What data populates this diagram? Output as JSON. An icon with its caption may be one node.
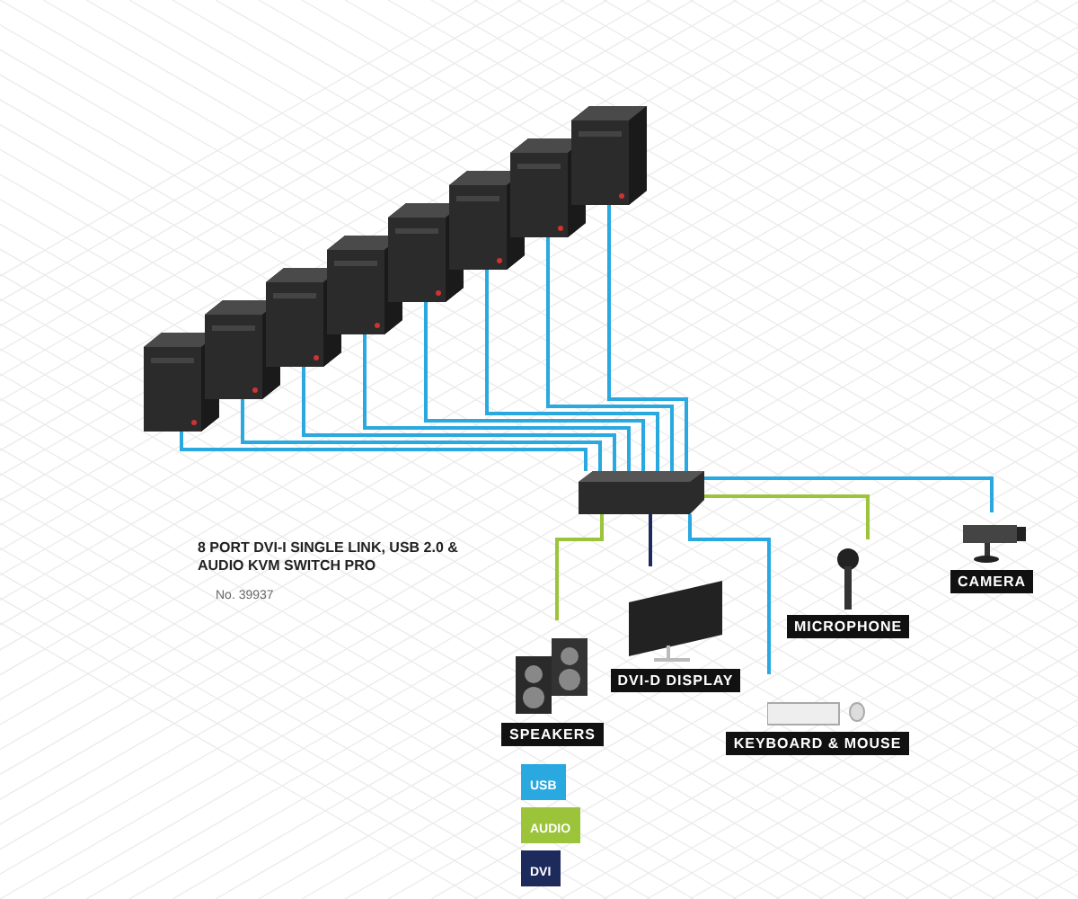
{
  "diagram": {
    "nodes": [
      {
        "text": [],
        "shape": "picture"
      },
      {
        "text": [],
        "shape": "picture"
      },
      {
        "text": [],
        "shape": "picture"
      },
      {
        "text": [],
        "shape": "picture"
      },
      {
        "text": [],
        "shape": "picture"
      },
      {
        "text": [],
        "shape": "picture"
      },
      {
        "text": [],
        "shape": "picture"
      },
      {
        "text": [],
        "shape": "picture"
      },
      {
        "text": [],
        "shape": "box"
      },
      {
        "text": [
          "SPEAKERS"
        ]
      },
      {
        "text": [
          "DVI-D DISPLAY"
        ]
      },
      {
        "text": [
          "KEYBOARD & MOUSE"
        ]
      },
      {
        "text": [
          "MICROPHONE"
        ]
      },
      {
        "text": [
          "CAMERA"
        ]
      }
    ],
    "edges": [
      {
        "from": 0,
        "to": 8,
        "arrow": "none"
      },
      {
        "from": 1,
        "to": 8,
        "arrow": "none"
      },
      {
        "from": 2,
        "to": 8,
        "arrow": "none"
      },
      {
        "from": 3,
        "to": 8,
        "arrow": "none"
      },
      {
        "from": 4,
        "to": 8,
        "arrow": "none"
      },
      {
        "from": 5,
        "to": 8,
        "arrow": "none"
      },
      {
        "from": 6,
        "to": 8,
        "arrow": "none"
      },
      {
        "from": 7,
        "to": 8,
        "arrow": "none"
      },
      {
        "from": 8,
        "to": 9,
        "arrow": "none",
        "color": "#9bc43a"
      },
      {
        "from": 8,
        "to": 10,
        "arrow": "none",
        "color": "#1d2a5c"
      },
      {
        "from": 8,
        "to": 11,
        "arrow": "none"
      },
      {
        "from": 8,
        "to": 12,
        "arrow": "none",
        "color": "#9bc43a"
      },
      {
        "from": 8,
        "to": 13,
        "arrow": "none"
      }
    ],
    "labels": [
      "8 PORT DVI-I SINGLE LINK, USB 2.0 & AUDIO KVM SWITCH PRO",
      "No. 39937"
    ],
    "legend": [
      {
        "text": "USB",
        "color": "#2aa8e0"
      },
      {
        "text": "AUDIO",
        "color": "#9bc43a"
      },
      {
        "text": "DVI",
        "color": "#1d2a5c"
      }
    ]
  }
}
